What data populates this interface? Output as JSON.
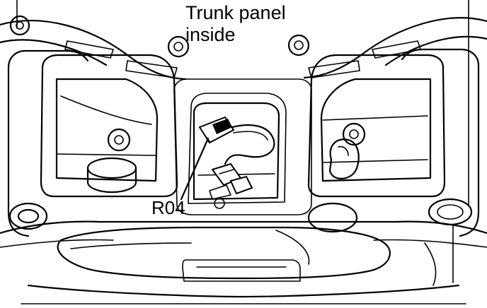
{
  "labels": {
    "trunk_line1": "Trunk panel",
    "trunk_line2": "inside",
    "connector": "R04"
  },
  "colors": {
    "ink": "#000000",
    "background": "#ffffff"
  },
  "icons": [
    "connector-icon",
    "wire-harness-icon",
    "bolt-icon",
    "grommet-icon"
  ]
}
